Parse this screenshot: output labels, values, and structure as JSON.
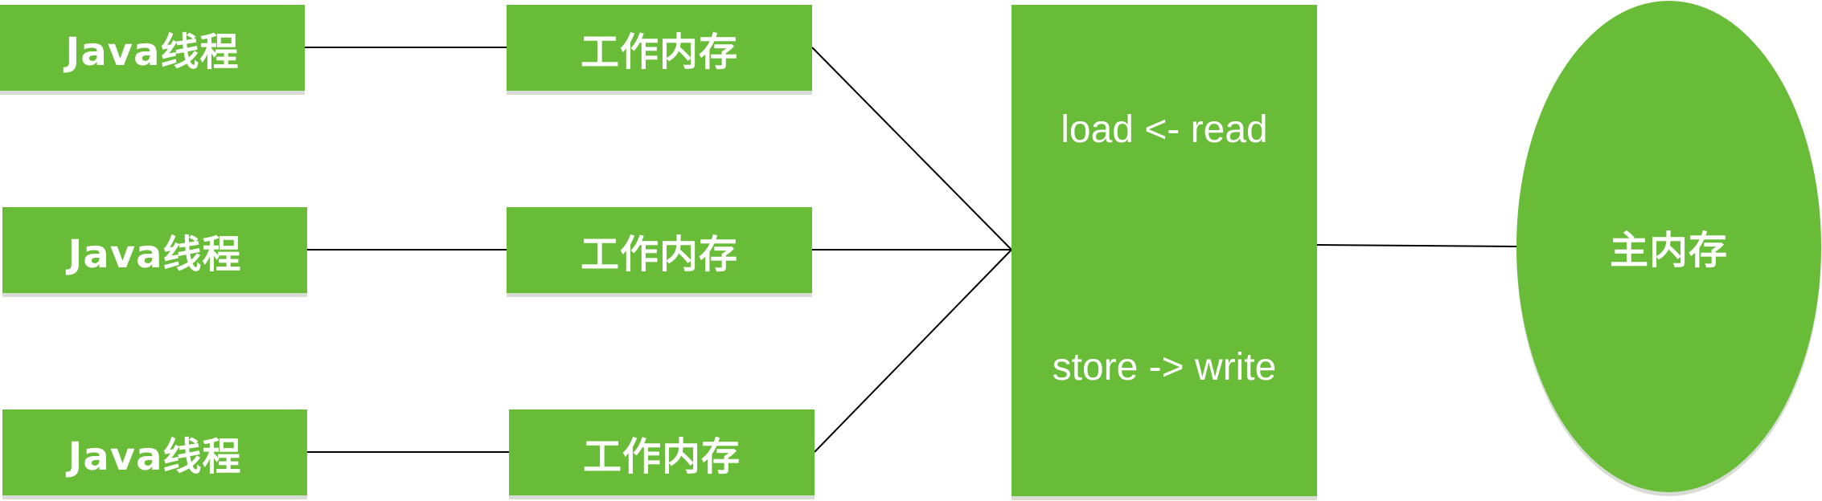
{
  "threads": [
    {
      "label": "Java线程"
    },
    {
      "label": "Java线程"
    },
    {
      "label": "Java线程"
    }
  ],
  "working_memories": [
    {
      "label": "工作内存"
    },
    {
      "label": "工作内存"
    },
    {
      "label": "工作内存"
    }
  ],
  "hub": {
    "read_label": "load <- read",
    "write_label": "store -> write"
  },
  "main_memory": {
    "label": "主内存"
  },
  "colors": {
    "node_fill": "#69bc38",
    "node_text": "#ffffff",
    "connector": "#000000"
  }
}
